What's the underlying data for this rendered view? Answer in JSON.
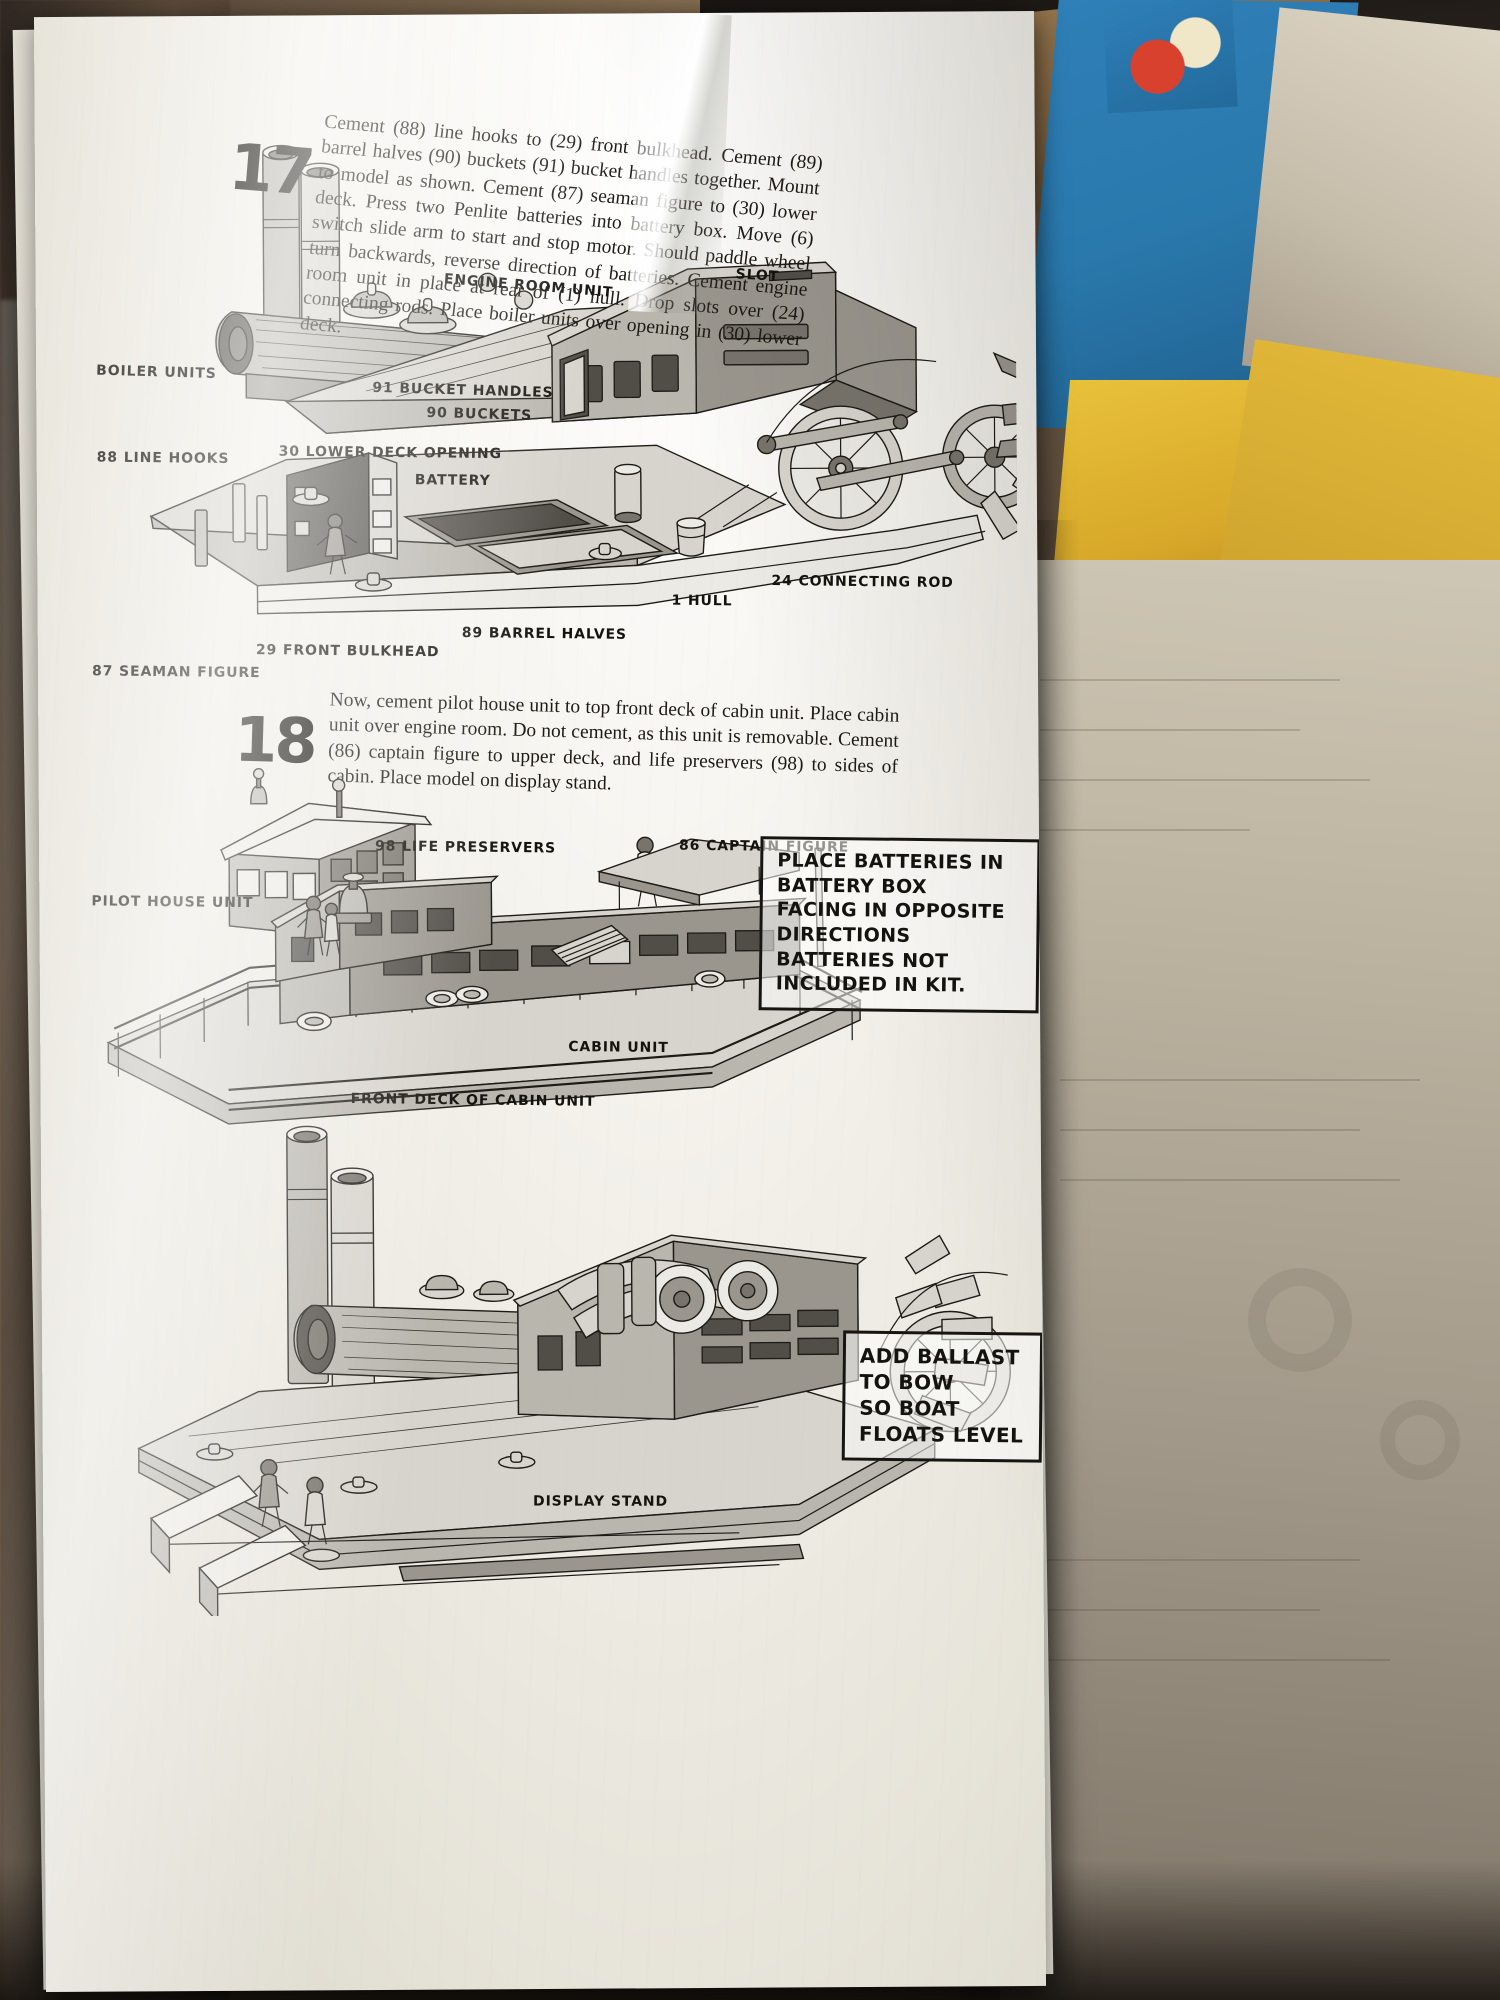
{
  "document": {
    "kind": "model-kit-instruction-sheet",
    "subject": "paddle-wheel steamboat model"
  },
  "steps": [
    {
      "number": "17",
      "text": "Cement (88) line hooks to (29) front bulkhead. Cement (89) barrel halves (90) buckets (91) bucket handles together. Mount to model as shown. Cement (87) seaman figure to (30) lower deck. Press two Penlite batteries into battery box. Move (6) switch slide arm to start and stop motor. Should paddle wheel turn backwards, reverse direction of batteries. Cement engine room unit in place at rear of (1) hull. Drop slots over (24) connecting rods. Place boiler units over opening in (30) lower deck."
    },
    {
      "number": "18",
      "text": "Now, cement pilot house unit to top front deck of cabin unit. Place cabin unit over engine room. Do not cement, as this unit is removable. Cement (86) captain figure to upper deck, and life preservers (98) to sides of cabin. Place model on display stand."
    }
  ],
  "callouts_step17": [
    {
      "id": "engine-room-unit",
      "label": "ENGINE ROOM UNIT"
    },
    {
      "id": "slot",
      "label": "SLOT"
    },
    {
      "id": "boiler-units",
      "label": "BOILER UNITS"
    },
    {
      "id": "bucket-handles",
      "label": "91 BUCKET HANDLES"
    },
    {
      "id": "buckets",
      "label": "90 BUCKETS"
    },
    {
      "id": "line-hooks",
      "label": "88 LINE HOOKS"
    },
    {
      "id": "lower-deck-opening",
      "label": "30 LOWER DECK OPENING"
    },
    {
      "id": "battery",
      "label": "BATTERY"
    },
    {
      "id": "connecting-rod",
      "label": "24 CONNECTING ROD"
    },
    {
      "id": "hull",
      "label": "1 HULL"
    },
    {
      "id": "barrel-halves",
      "label": "89 BARREL HALVES"
    },
    {
      "id": "front-bulkhead",
      "label": "29 FRONT BULKHEAD"
    },
    {
      "id": "seaman-figure",
      "label": "87 SEAMAN FIGURE"
    }
  ],
  "callouts_step18": [
    {
      "id": "life-preservers",
      "label": "98 LIFE PRESERVERS"
    },
    {
      "id": "captain-figure",
      "label": "86 CAPTAIN FIGURE"
    },
    {
      "id": "pilot-house-unit",
      "label": "PILOT HOUSE UNIT"
    },
    {
      "id": "cabin-unit",
      "label": "CABIN UNIT"
    },
    {
      "id": "front-deck-cabin",
      "label": "FRONT DECK OF CABIN UNIT"
    }
  ],
  "callouts_final": [
    {
      "id": "display-stand",
      "label": "DISPLAY STAND"
    }
  ],
  "notices": [
    {
      "id": "battery-notice",
      "text": "PLACE BATTERIES IN BATTERY BOX\nFACING IN OPPOSITE DIRECTIONS\nBATTERIES NOT INCLUDED IN KIT."
    },
    {
      "id": "ballast-notice",
      "text": "ADD BALLAST TO BOW\nSO BOAT FLOATS LEVEL"
    }
  ],
  "colors": {
    "ink": "#17150f",
    "paper": "#f4f2ec",
    "art_light": "#d7d4cd",
    "art_mid": "#9a968e",
    "art_dark": "#514e48",
    "desk_brown": "#6d5a45",
    "box_blue": "#2f7fb8",
    "box_yellow": "#e8c13a"
  }
}
